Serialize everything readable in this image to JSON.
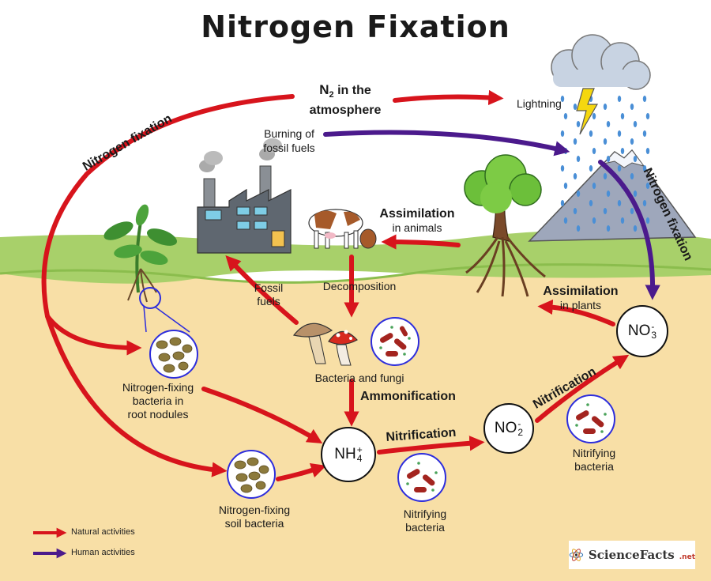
{
  "title": "Nitrogen Fixation",
  "atmosphere": {
    "n2": "N",
    "n2_sub": "2",
    "line1": "in the",
    "line2": "atmosphere"
  },
  "lightning": "Lightning",
  "burning": {
    "line1": "Burning of",
    "line2": "fossil fuels"
  },
  "nitrogen_fixation_left": "Nitrogen fixation",
  "nitrogen_fixation_right": "Nitrogen fixation",
  "assimilation_animals": {
    "bold": "Assimilation",
    "sub": "in animals"
  },
  "assimilation_plants": {
    "bold": "Assimilation",
    "sub": "in plants"
  },
  "fossil_fuels": {
    "line1": "Fossil",
    "line2": "fuels"
  },
  "decomposition": "Decomposition",
  "bacteria_fungi": "Bacteria and fungi",
  "ammonification": "Ammonification",
  "nitrification_1": "Nitrification",
  "nitrification_2": "Nitrification",
  "root_nodules": {
    "line1": "Nitrogen-fixing",
    "line2": "bacteria in",
    "line3": "root nodules"
  },
  "soil_bacteria": {
    "line1": "Nitrogen-fixing",
    "line2": "soil bacteria"
  },
  "nitrifying_1": {
    "line1": "Nitrifying",
    "line2": "bacteria"
  },
  "nitrifying_2": {
    "line1": "Nitrifying",
    "line2": "bacteria"
  },
  "nh4": {
    "base": "NH",
    "sup": "+",
    "sub": "4"
  },
  "no2": {
    "base": "NO",
    "sup": "-",
    "sub": "2"
  },
  "no3": {
    "base": "NO",
    "sup": "-",
    "sub": "3"
  },
  "legend": [
    {
      "label": "Natural activities",
      "color": "#d7141c"
    },
    {
      "label": "Human activities",
      "color": "#4b1a8c"
    }
  ],
  "logo": {
    "text": "ScienceFacts",
    "suffix": ".net"
  },
  "colors": {
    "natural": "#d7141c",
    "human": "#4b1a8c",
    "soil": "#f8dfa6",
    "grass": "#a8d06a",
    "sky": "#ffffff"
  }
}
